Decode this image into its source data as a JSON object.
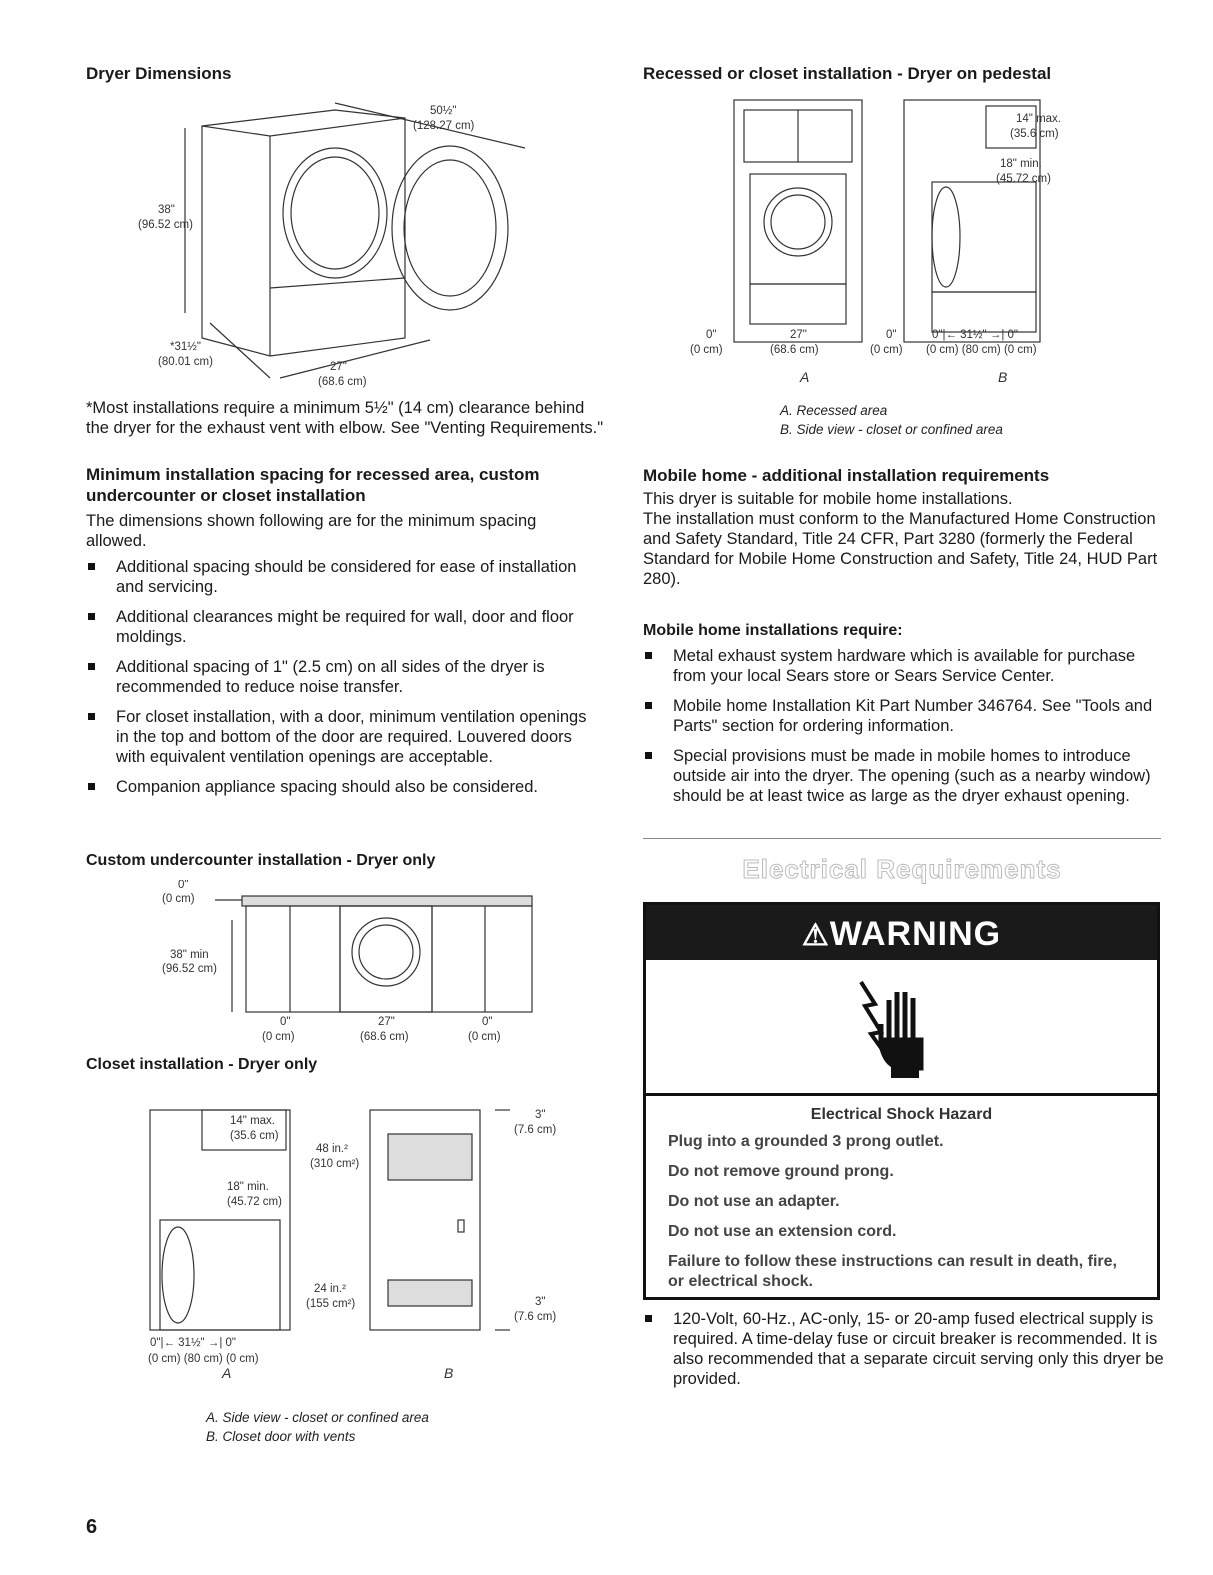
{
  "left": {
    "dryer_dimensions": {
      "heading": "Dryer Dimensions",
      "dim_width_in": "50½\"",
      "dim_width_cm": "(128.27 cm)",
      "dim_height_in": "38\"",
      "dim_height_cm": "(96.52 cm)",
      "dim_depth_in": "*31½\"",
      "dim_depth_cm": "(80.01 cm)",
      "dim_front_in": "27\"",
      "dim_front_cm": "(68.6 cm)",
      "footnote": "*Most installations require a minimum 5½\" (14 cm) clearance behind the dryer for the exhaust vent with elbow. See \"Venting Requirements.\""
    },
    "min_spacing": {
      "heading": "Minimum installation spacing for recessed area, custom undercounter or closet installation",
      "intro": "The dimensions shown following are for the minimum spacing allowed.",
      "bullets": [
        "Additional spacing should be considered for ease of installation and servicing.",
        "Additional clearances might be required for wall, door and floor moldings.",
        "Additional spacing of 1\" (2.5 cm) on all sides of the dryer is recommended to reduce noise transfer.",
        "For closet installation, with a door, minimum ventilation openings in the top and bottom of the door are required. Louvered doors with equivalent ventilation openings are acceptable.",
        "Companion appliance spacing should also be considered."
      ]
    },
    "undercounter": {
      "heading": "Custom undercounter installation - Dryer only",
      "top_in": "0\"",
      "top_cm": "(0 cm)",
      "height_in": "38\" min",
      "height_cm": "(96.52 cm)",
      "left_in": "0\"",
      "left_cm": "(0 cm)",
      "mid_in": "27\"",
      "mid_cm": "(68.6 cm)",
      "right_in": "0\"",
      "right_cm": "(0 cm)"
    },
    "closet": {
      "heading": "Closet installation - Dryer only",
      "max_in": "14\" max.",
      "max_cm": "(35.6 cm)",
      "min_in": "18\" min.",
      "min_cm": "(45.72 cm)",
      "vent_top_in": "48 in.²",
      "vent_top_cm": "(310 cm²)",
      "vent_bot_in": "24 in.²",
      "vent_bot_cm": "(155 cm²)",
      "gap_top_in": "3\"",
      "gap_top_cm": "(7.6 cm)",
      "gap_bot_in": "3\"",
      "gap_bot_cm": "(7.6 cm)",
      "bottom_dims": "0\"|← 31½\" →| 0\"",
      "bottom_dims_cm": "(0 cm) (80 cm) (0 cm)",
      "label_a": "A",
      "label_b": "B",
      "caption_a": "A. Side view - closet or confined area",
      "caption_b": "B. Closet door with vents"
    },
    "page_number": "6"
  },
  "right": {
    "recessed": {
      "heading": "Recessed or closet installation - Dryer on pedestal",
      "max_in": "14\" max.",
      "max_cm": "(35.6 cm)",
      "min_in": "18\" min.",
      "min_cm": "(45.72 cm)",
      "a_left_in": "0\"",
      "a_left_cm": "(0 cm)",
      "a_mid_in": "27\"",
      "a_mid_cm": "(68.6 cm)",
      "a_right_in": "0\"",
      "a_right_cm": "(0 cm)",
      "b_dims": "0\"|← 31½\" →| 0\"",
      "b_dims_cm": "(0 cm) (80 cm) (0 cm)",
      "label_a": "A",
      "label_b": "B",
      "caption_a": "A. Recessed area",
      "caption_b": "B. Side view - closet or confined area"
    },
    "mobile": {
      "heading": "Mobile home - additional installation requirements",
      "line1": "This dryer is suitable for mobile home installations.",
      "line2": "The installation must conform to the Manufactured Home Construction and Safety Standard, Title 24 CFR, Part 3280 (formerly the Federal Standard for Mobile Home Construction and Safety, Title 24, HUD Part 280).",
      "require_heading": "Mobile home installations require:",
      "bullets": [
        "Metal exhaust system hardware which is available for purchase from your local Sears store or Sears Service Center.",
        "Mobile home Installation Kit Part Number 346764. See \"Tools and Parts\" section for ordering information.",
        "Special provisions must be made in mobile homes to introduce outside air into the dryer. The opening (such as a nearby window) should be at least twice as large as the dryer exhaust opening."
      ]
    },
    "electrical": {
      "title": "Electrical Requirements",
      "warning_label": "WARNING",
      "hazard": "Electrical Shock Hazard",
      "lines": [
        "Plug into a grounded 3 prong outlet.",
        "Do not remove ground prong.",
        "Do not use an adapter.",
        "Do not use an extension cord.",
        "Failure to follow these instructions can result in death, fire, or electrical shock."
      ],
      "bullet": "120-Volt, 60-Hz., AC-only, 15- or 20-amp fused electrical supply is required. A time-delay fuse or circuit breaker is recommended. It is also recommended that a separate circuit serving only this dryer be provided."
    }
  }
}
